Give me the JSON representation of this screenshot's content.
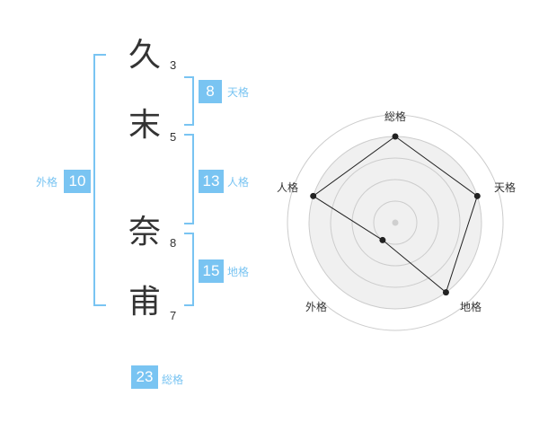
{
  "name": {
    "chars": [
      {
        "char": "久",
        "strokes": "3"
      },
      {
        "char": "末",
        "strokes": "5"
      },
      {
        "char": "奈",
        "strokes": "8"
      },
      {
        "char": "甫",
        "strokes": "7"
      }
    ]
  },
  "fortune": {
    "tenkaku": {
      "value": "8",
      "label": "天格"
    },
    "jinkaku": {
      "value": "13",
      "label": "人格"
    },
    "chikaku": {
      "value": "15",
      "label": "地格"
    },
    "gaikaku": {
      "value": "10",
      "label": "外格"
    },
    "soukaku": {
      "value": "23",
      "label": "総格"
    }
  },
  "colors": {
    "accent": "#79c4f2",
    "text": "#333333",
    "grid": "#cccccc",
    "fill": "#f0f0f0"
  },
  "chart_data": {
    "type": "radar",
    "axes": [
      "総格",
      "天格",
      "地格",
      "外格",
      "人格"
    ],
    "values": [
      0.8,
      0.8,
      0.8,
      0.2,
      0.8
    ],
    "range": [
      0,
      1
    ],
    "rings": 5
  }
}
